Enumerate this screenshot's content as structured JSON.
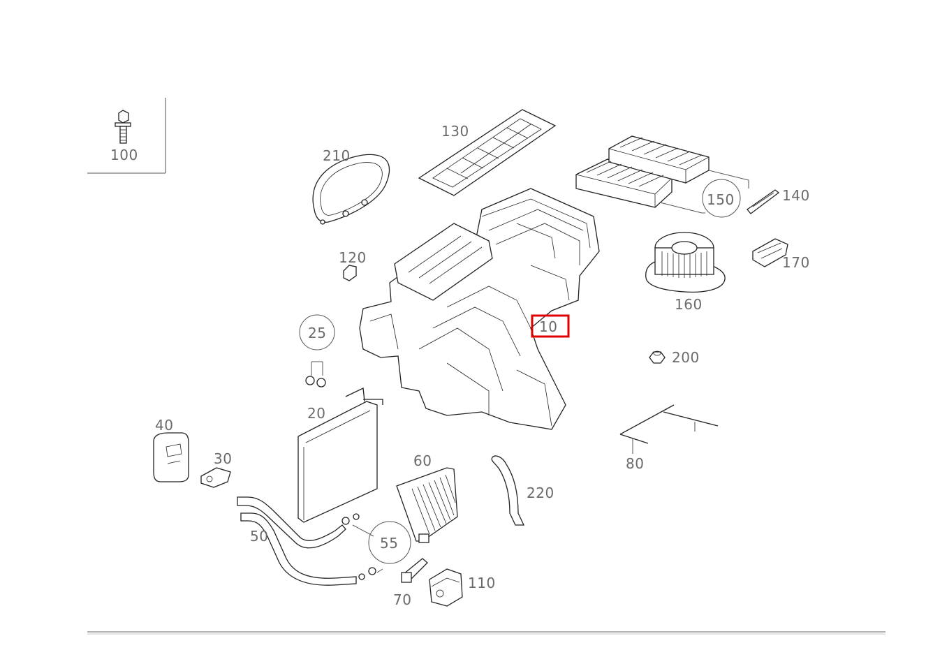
{
  "diagram": {
    "highlight_color": "#e00000",
    "selected_part": "10",
    "callouts": [
      {
        "id": "c100",
        "label": "100"
      },
      {
        "id": "c130",
        "label": "130"
      },
      {
        "id": "c210",
        "label": "210"
      },
      {
        "id": "c150",
        "label": "150"
      },
      {
        "id": "c140",
        "label": "140"
      },
      {
        "id": "c120",
        "label": "120"
      },
      {
        "id": "c170",
        "label": "170"
      },
      {
        "id": "c160",
        "label": "160"
      },
      {
        "id": "c10",
        "label": "10"
      },
      {
        "id": "c25",
        "label": "25"
      },
      {
        "id": "c200",
        "label": "200"
      },
      {
        "id": "c20",
        "label": "20"
      },
      {
        "id": "c40",
        "label": "40"
      },
      {
        "id": "c30",
        "label": "30"
      },
      {
        "id": "c60",
        "label": "60"
      },
      {
        "id": "c80",
        "label": "80"
      },
      {
        "id": "c220",
        "label": "220"
      },
      {
        "id": "c50",
        "label": "50"
      },
      {
        "id": "c55",
        "label": "55"
      },
      {
        "id": "c110",
        "label": "110"
      },
      {
        "id": "c70",
        "label": "70"
      }
    ]
  }
}
